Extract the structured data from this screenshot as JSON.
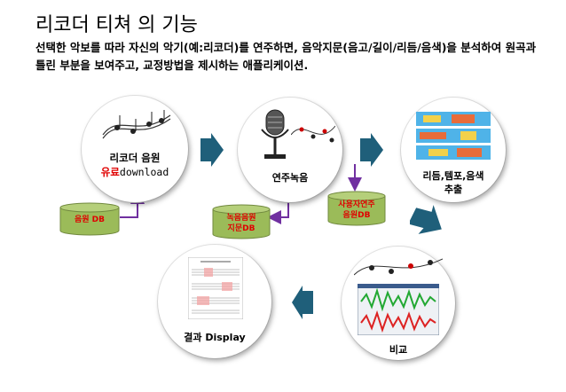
{
  "title": "리코더 티쳐 의 기능",
  "description": "선택한 악보를 따라 자신의 악기(예:리코더)를 연주하면, 음악지문(음고/길이/리듬/음색)을 분석하여 원곡과 틀린 부분을 보여주고, 교정방법을 제시하는 애플리케이션.",
  "nodes": {
    "source": {
      "line1": "리코더 음원",
      "paid": "유료",
      "download": "download"
    },
    "record": {
      "label": "연주녹음"
    },
    "extract": {
      "line1": "리듬,템포,음색",
      "line2": "추출"
    },
    "compare": {
      "label": "비교"
    },
    "result": {
      "label": "결과 Display"
    }
  },
  "databases": {
    "source_db": "음원 DB",
    "fingerprint_db": [
      "녹음음원",
      "지문DB"
    ],
    "user_db": [
      "사용자연주",
      "음원DB"
    ]
  },
  "colors": {
    "arrow": "#1f5f7a",
    "connector": "#7030a0",
    "db_fill": "#9bbb59",
    "db_text": "#e00000"
  }
}
